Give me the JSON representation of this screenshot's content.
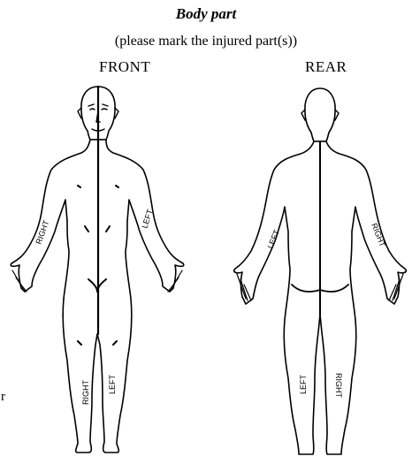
{
  "header": {
    "title": "Body part",
    "instruction": "(please mark the injured part(s))"
  },
  "views": {
    "front": {
      "label": "FRONT",
      "side_labels": {
        "arm_right": "RIGHT",
        "arm_left": "LEFT",
        "leg_right": "RIGHT",
        "leg_left": "LEFT"
      }
    },
    "rear": {
      "label": "REAR",
      "side_labels": {
        "arm_left": "LEFT",
        "arm_right": "RIGHT",
        "leg_left": "LEFT",
        "leg_right": "RIGHT"
      }
    }
  },
  "edge_fragment": "r",
  "colors": {
    "ink": "#000000",
    "background": "#ffffff"
  }
}
